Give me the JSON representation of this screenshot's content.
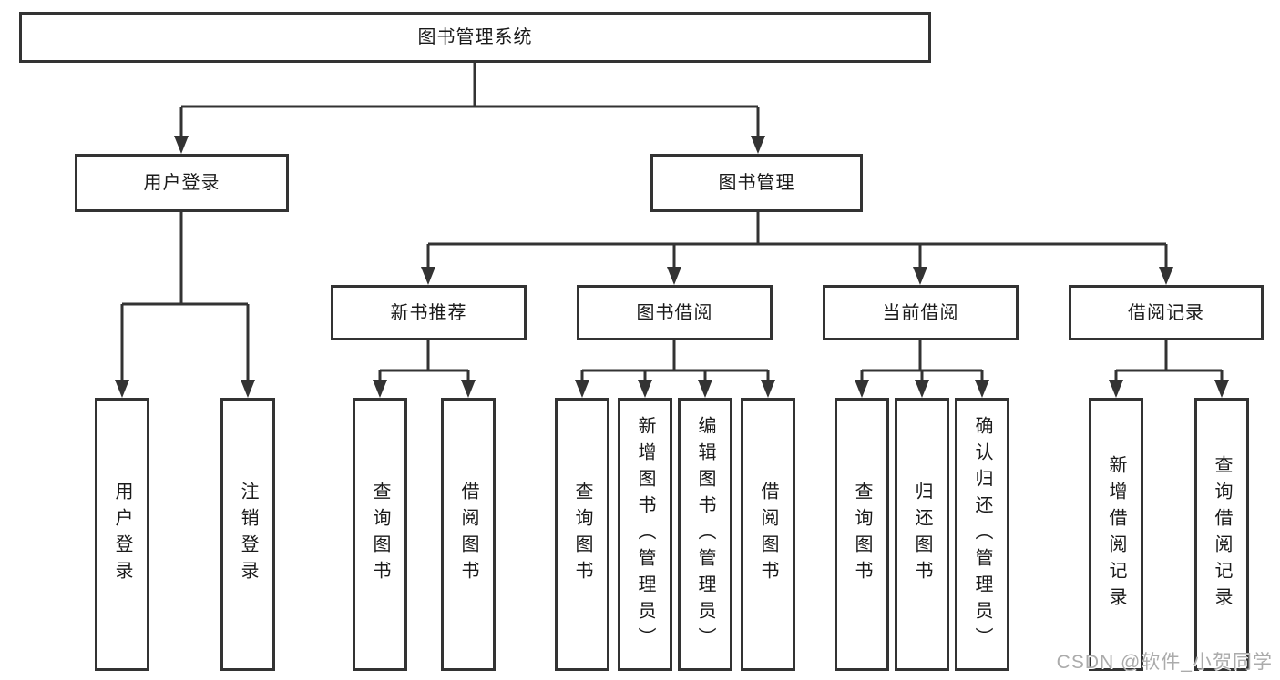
{
  "diagram": {
    "title": "图书管理系统",
    "watermark": "CSDN @软件_小贺同学",
    "colors": {
      "line": "#333333",
      "text": "#1a1a1a",
      "background": "#ffffff",
      "watermark": "#ababab"
    },
    "nodes": {
      "root": "图书管理系统",
      "level2": [
        "用户登录",
        "图书管理"
      ],
      "level3": [
        "新书推荐",
        "图书借阅",
        "当前借阅",
        "借阅记录"
      ],
      "leaves": [
        "用户登录",
        "注销登录",
        "查询图书",
        "借阅图书",
        "查询图书",
        "新增图书（管理员）",
        "编辑图书（管理员）",
        "借阅图书",
        "查询图书",
        "归还图书",
        "确认归还（管理员）",
        "新增借阅记录",
        "查询借阅记录"
      ]
    }
  }
}
